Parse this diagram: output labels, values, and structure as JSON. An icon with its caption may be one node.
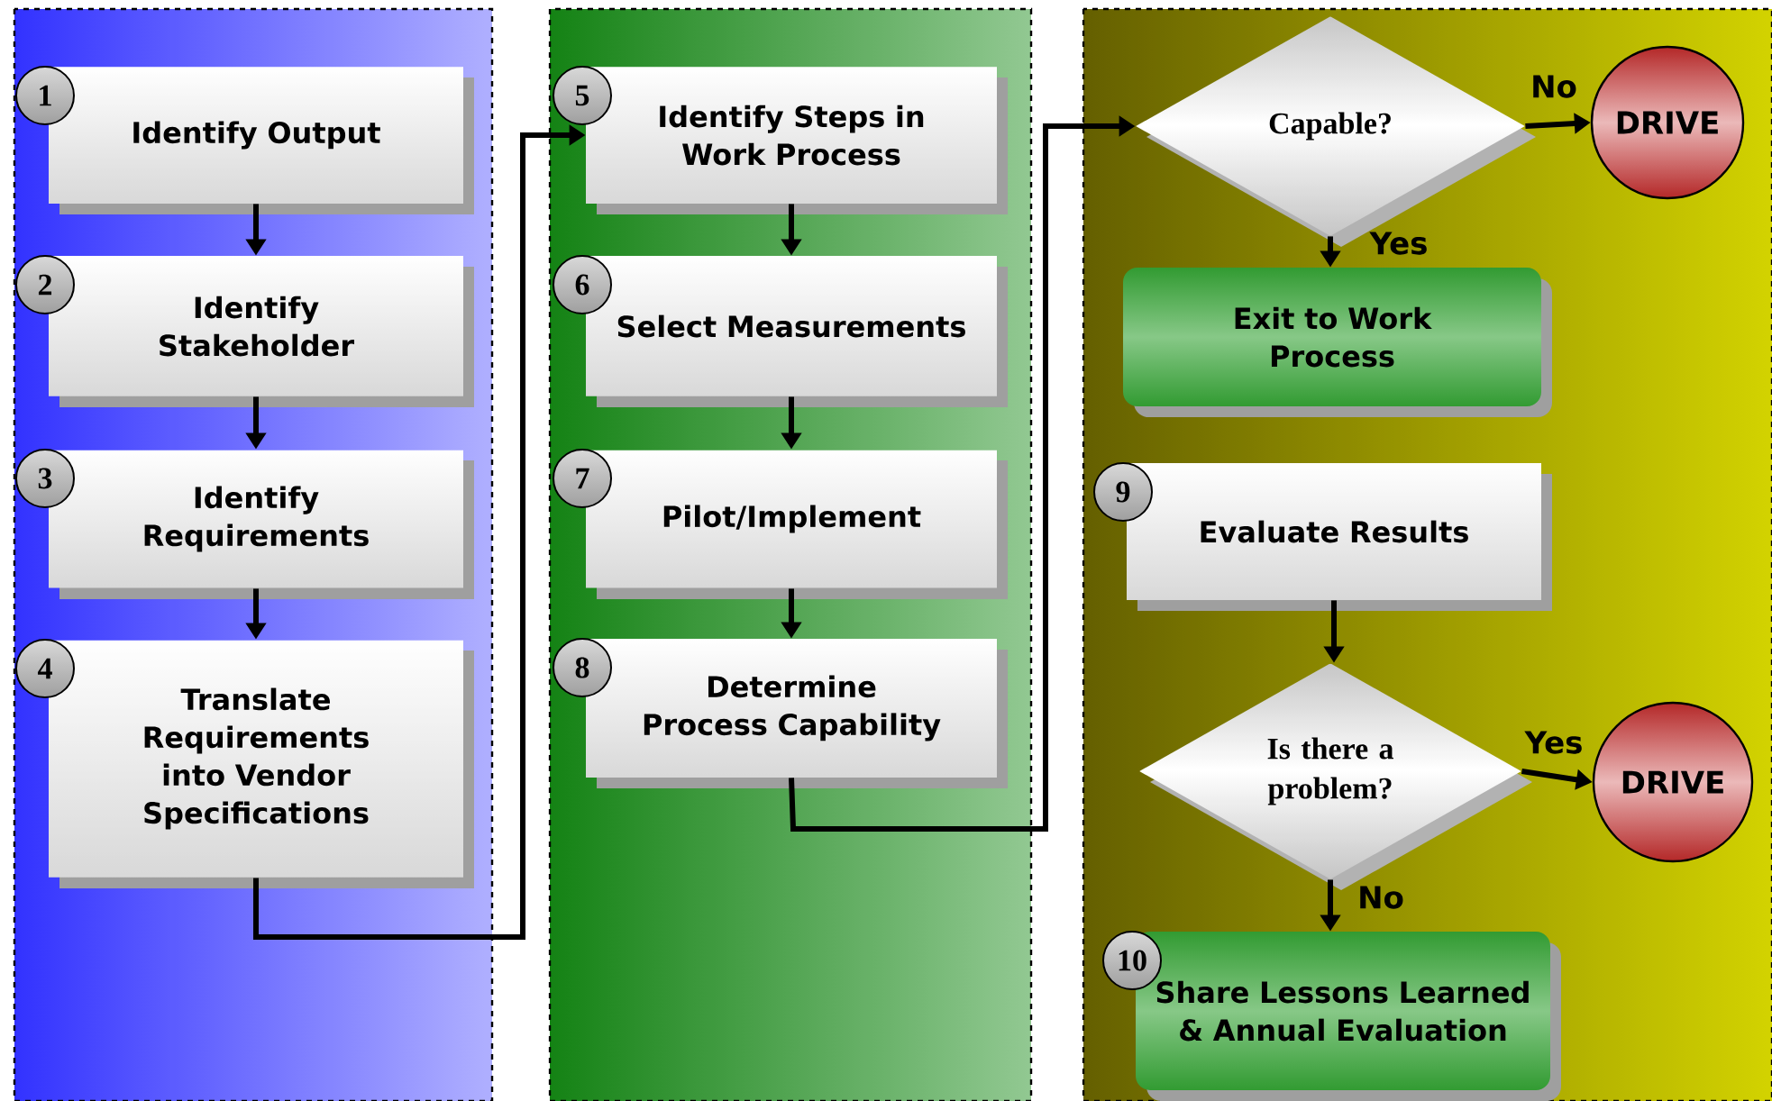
{
  "diagram": {
    "nodes": [
      {
        "text": [
          "Identify Output"
        ],
        "beside": [
          "1"
        ]
      },
      {
        "text": [
          "Identify Stakeholder"
        ],
        "beside": [
          "2"
        ]
      },
      {
        "text": [
          "Identify Requirements"
        ],
        "beside": [
          "3"
        ]
      },
      {
        "text": [
          "Translate Requirements into Vendor Specifications"
        ],
        "beside": [
          "4"
        ]
      },
      {
        "text": [
          "Identify Steps in Work Process"
        ],
        "beside": [
          "5"
        ]
      },
      {
        "text": [
          "Select Measurements"
        ],
        "beside": [
          "6"
        ]
      },
      {
        "text": [
          "Pilot/Implement"
        ],
        "beside": [
          "7"
        ]
      },
      {
        "text": [
          "Determine Process Capability"
        ],
        "beside": [
          "8"
        ]
      },
      {
        "text": [
          "Capable?"
        ]
      },
      {
        "text": [
          "DRIVE"
        ]
      },
      {
        "text": [
          "Exit to Work Process"
        ]
      },
      {
        "text": [
          "Evaluate Results"
        ],
        "beside": [
          "9"
        ]
      },
      {
        "text": [
          "Is there a problem?"
        ]
      },
      {
        "text": [
          "DRIVE"
        ]
      },
      {
        "text": [
          "Share Lessons Learned & Annual Evaluation"
        ],
        "beside": [
          "10"
        ]
      }
    ],
    "edges": [
      {
        "from": 0,
        "to": 1,
        "arrow": "to"
      },
      {
        "from": 1,
        "to": 2,
        "arrow": "to"
      },
      {
        "from": 2,
        "to": 3,
        "arrow": "to"
      },
      {
        "from": 3,
        "to": 4,
        "arrow": "to"
      },
      {
        "from": 4,
        "to": 5,
        "arrow": "to"
      },
      {
        "from": 5,
        "to": 6,
        "arrow": "to"
      },
      {
        "from": 6,
        "to": 7,
        "arrow": "to"
      },
      {
        "from": 7,
        "to": 8,
        "arrow": "to"
      },
      {
        "from": 8,
        "to": 9,
        "arrow": "to",
        "label": "No"
      },
      {
        "from": 8,
        "to": 10,
        "arrow": "to",
        "label": "Yes"
      },
      {
        "from": 11,
        "to": 12,
        "arrow": "to"
      },
      {
        "from": 12,
        "to": 13,
        "arrow": "to",
        "label": "Yes"
      },
      {
        "from": 12,
        "to": 14,
        "arrow": "to",
        "label": "No"
      }
    ]
  }
}
